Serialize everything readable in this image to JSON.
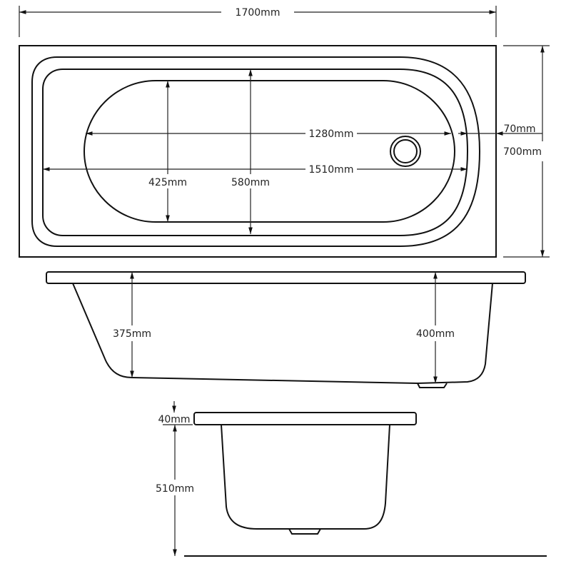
{
  "top_view": {
    "overall_length": "1700mm",
    "overall_width": "700mm",
    "rim_offset": "70mm",
    "basin_length": "1280mm",
    "inner_length": "1510mm",
    "basin_width": "425mm",
    "inner_width": "580mm"
  },
  "side_view": {
    "depth_left": "375mm",
    "depth_right": "400mm"
  },
  "end_view": {
    "rim_thickness": "40mm",
    "height": "510mm"
  }
}
